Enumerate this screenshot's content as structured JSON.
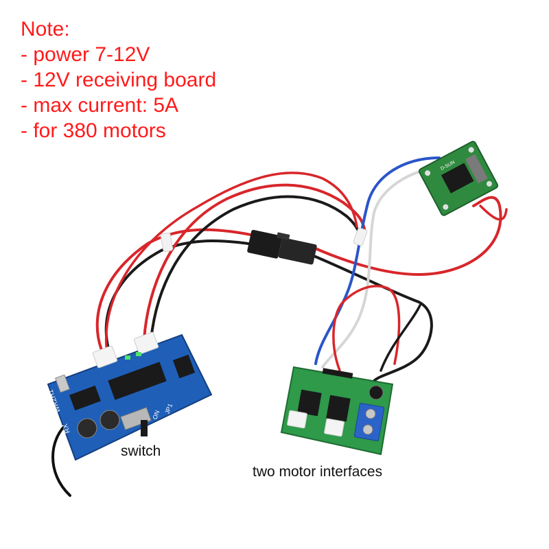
{
  "note": {
    "title": "Note:",
    "lines": [
      "- power 7-12V",
      "- 12V receiving board",
      "- max current: 5A",
      "- for 380 motors"
    ]
  },
  "captions": {
    "switch": "switch",
    "motor_interfaces": "two motor interfaces"
  },
  "board_text": {
    "receiver_model": "WR2H1",
    "receiver_rx": "RX",
    "receiver_on": "ON",
    "receiver_jp": "JP1",
    "buck_label": "D-SUN"
  },
  "colors": {
    "note_text": "#ff1a1a",
    "caption_text": "#111111",
    "receiver_pcb": "#1f5fb8",
    "driver_pcb": "#2e9a4a",
    "buck_pcb": "#2f8a3f",
    "wire_red": "#d8262b",
    "wire_black": "#1a1a1a",
    "wire_blue": "#2a55c9",
    "wire_white": "#e9e9e9",
    "terminal_blue": "#2b63c8"
  }
}
